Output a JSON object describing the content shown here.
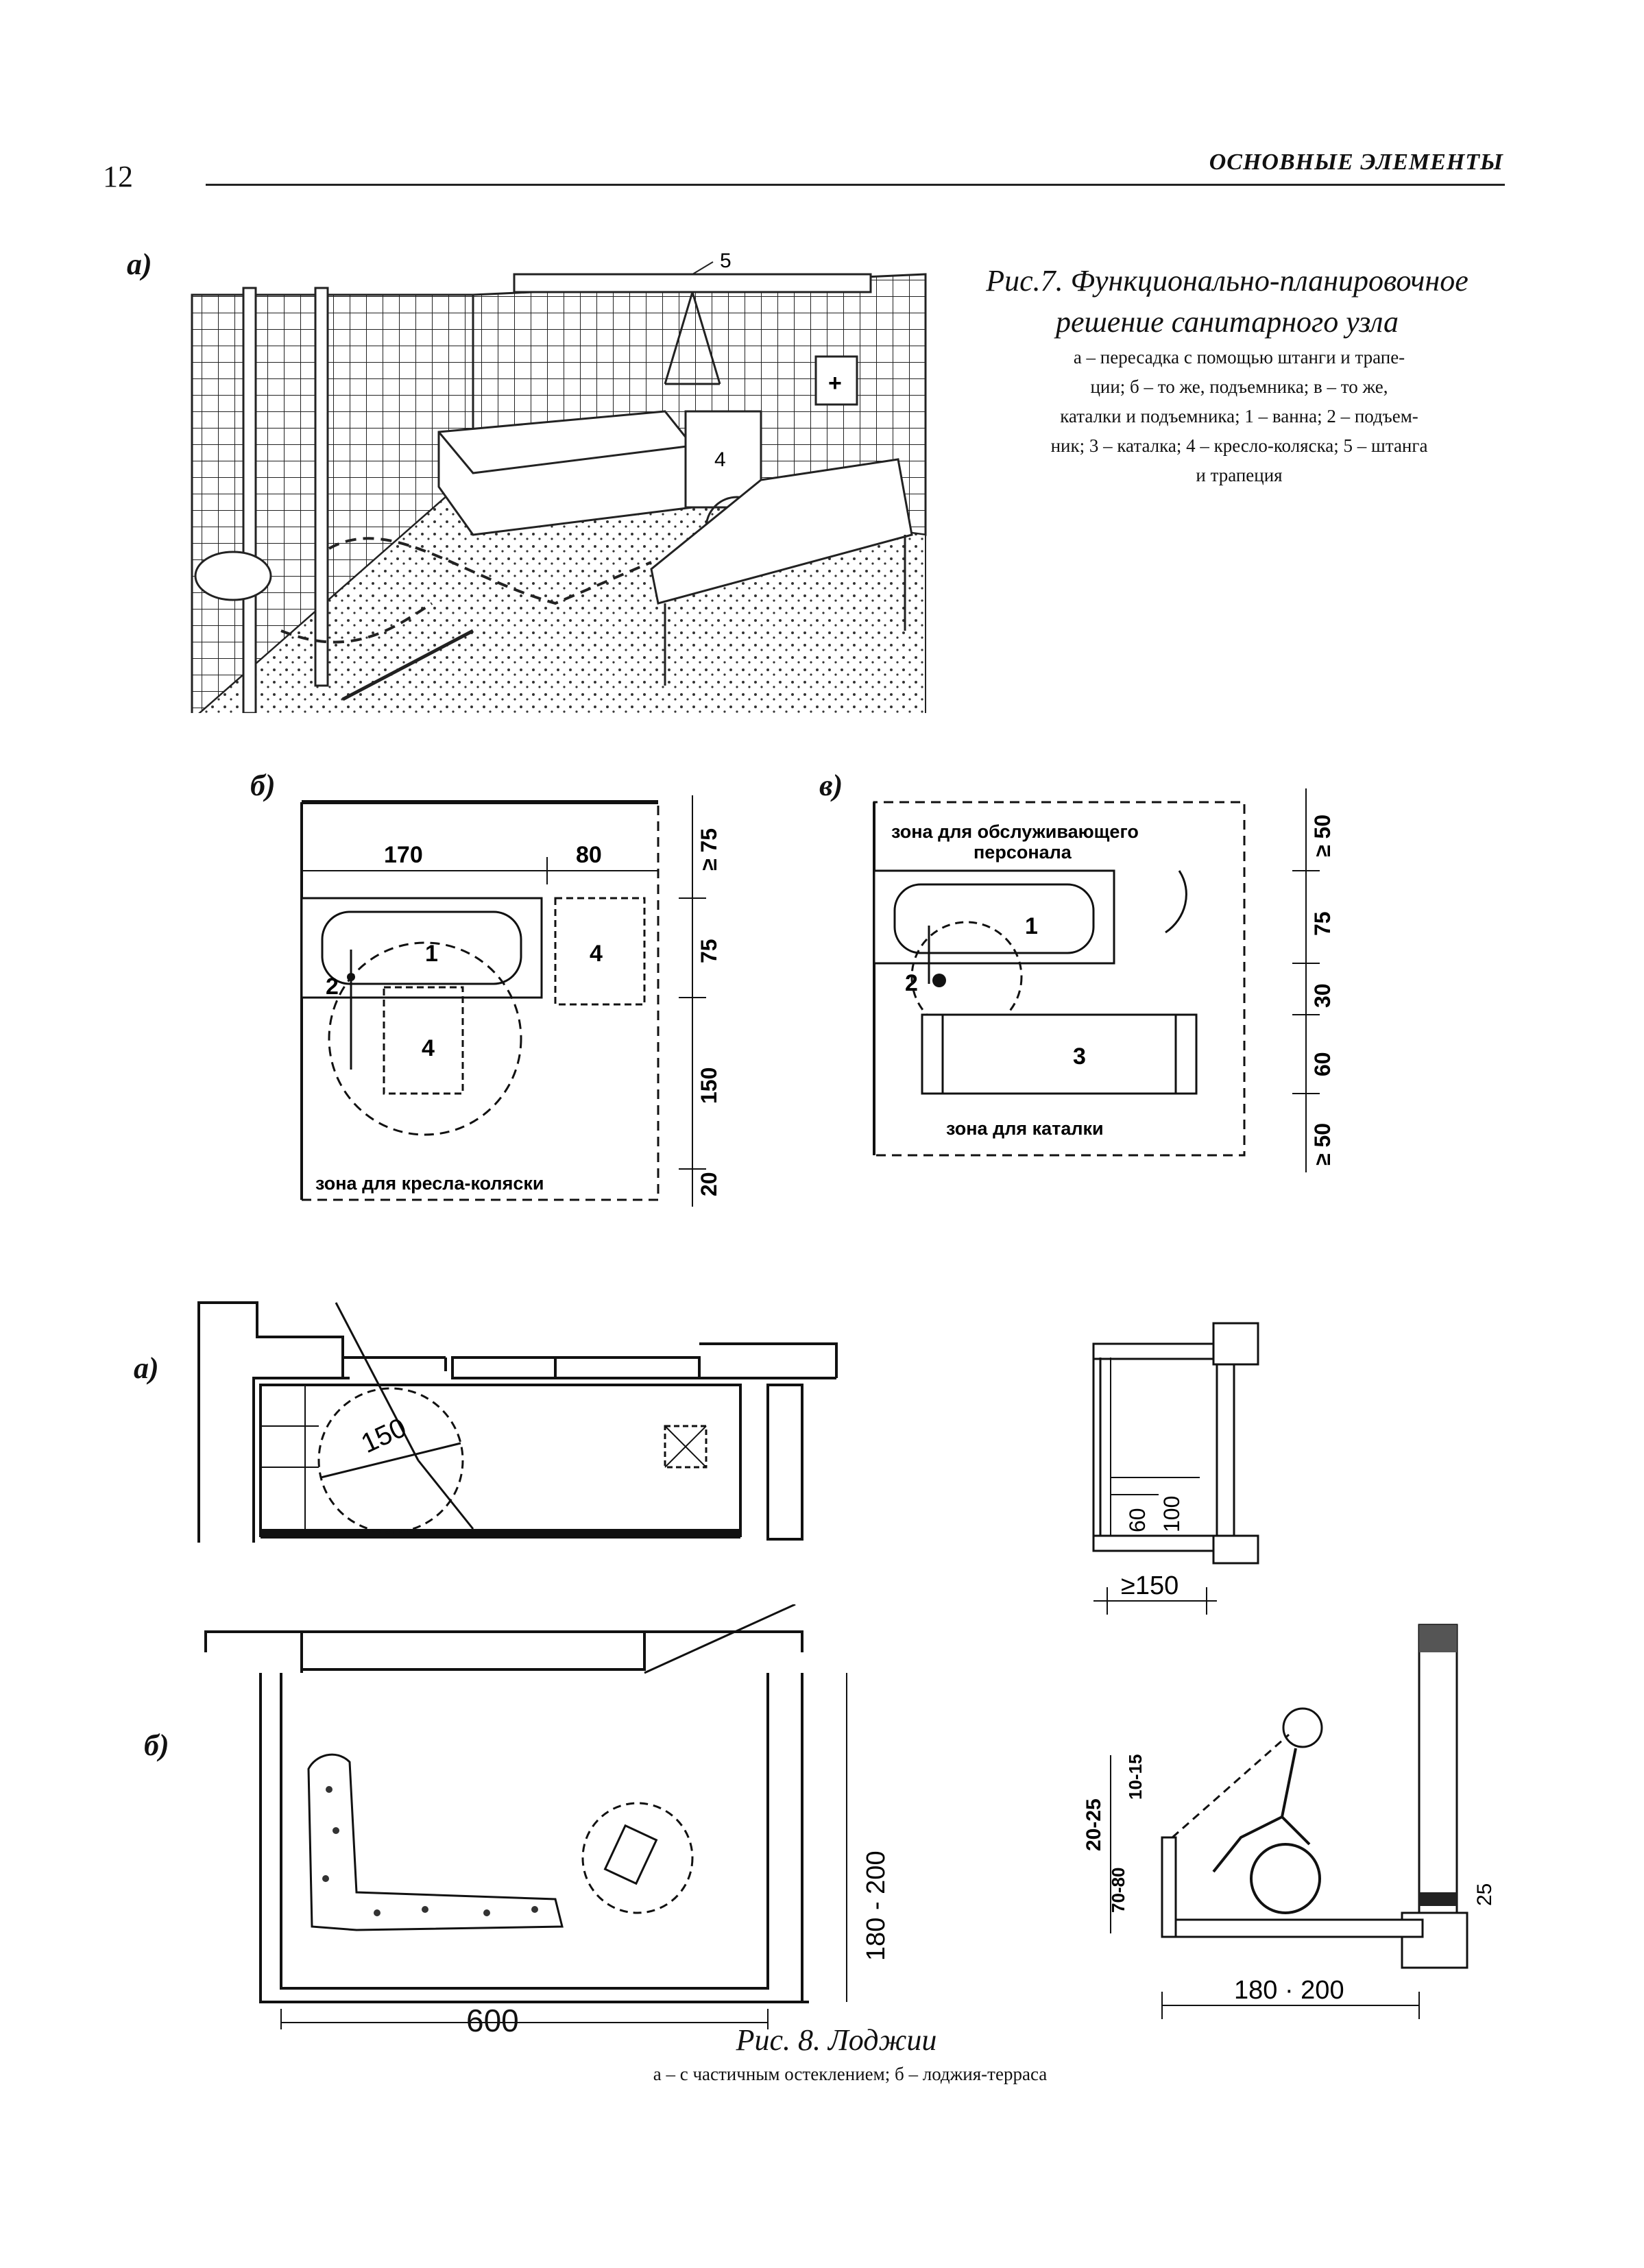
{
  "header": {
    "page_number": "12",
    "running_title": "ОСНОВНЫЕ ЭЛЕМЕНТЫ"
  },
  "figure7": {
    "title_line1": "Рис.7. Функционально-планировочное",
    "title_line2": "решение санитарного узла",
    "caption_line1": "а – пересадка с помощью штанги и трапе-",
    "caption_line2": "ции; б – то же, подъемника; в – то же,",
    "caption_line3": "каталки и подъемника; 1 – ванна; 2 – подъем-",
    "caption_line4": "ник; 3 – каталка; 4 – кресло-коляска; 5 – штанга",
    "caption_line5": "и трапеция",
    "panel_a": {
      "label": "а)",
      "marker_4": "4",
      "marker_5": "5",
      "cross_sign": "+"
    },
    "panel_b": {
      "label": "б)",
      "dim_170": "170",
      "dim_80": "80",
      "dim_ge75": "≥ 75",
      "dim_75": "75",
      "dim_150": "150",
      "dim_20": "20",
      "item_1": "1",
      "item_2": "2",
      "item_4a": "4",
      "item_4b": "4",
      "zone": "зона для кресла-коляски"
    },
    "panel_v": {
      "label": "в)",
      "zone_staff_1": "зона для обслуживающего",
      "zone_staff_2": "персонала",
      "item_1": "1",
      "item_2": "2",
      "item_3": "3",
      "zone_gurney": "зона для каталки",
      "dim_ge50_top": "≥ 50",
      "dim_75": "75",
      "dim_30": "30",
      "dim_60": "60",
      "dim_ge50_bot": "≥ 50"
    }
  },
  "figure8": {
    "title": "Рис. 8. Лоджии",
    "caption": "а – с частичным остеклением; б – лоджия-терраса",
    "plan_a": {
      "label": "а)",
      "dim_150": "150"
    },
    "plan_b": {
      "label": "б)",
      "dim_600": "600",
      "dim_180_200": "180 - 200"
    },
    "section_a": {
      "dim_60": "60",
      "dim_100": "100",
      "dim_ge150": "≥150"
    },
    "section_b": {
      "dim_20_25": "20-25",
      "dim_10_15": "10-15",
      "dim_70_80": "70-80",
      "dim_25": "25",
      "dim_180_200": "180 · 200"
    }
  }
}
